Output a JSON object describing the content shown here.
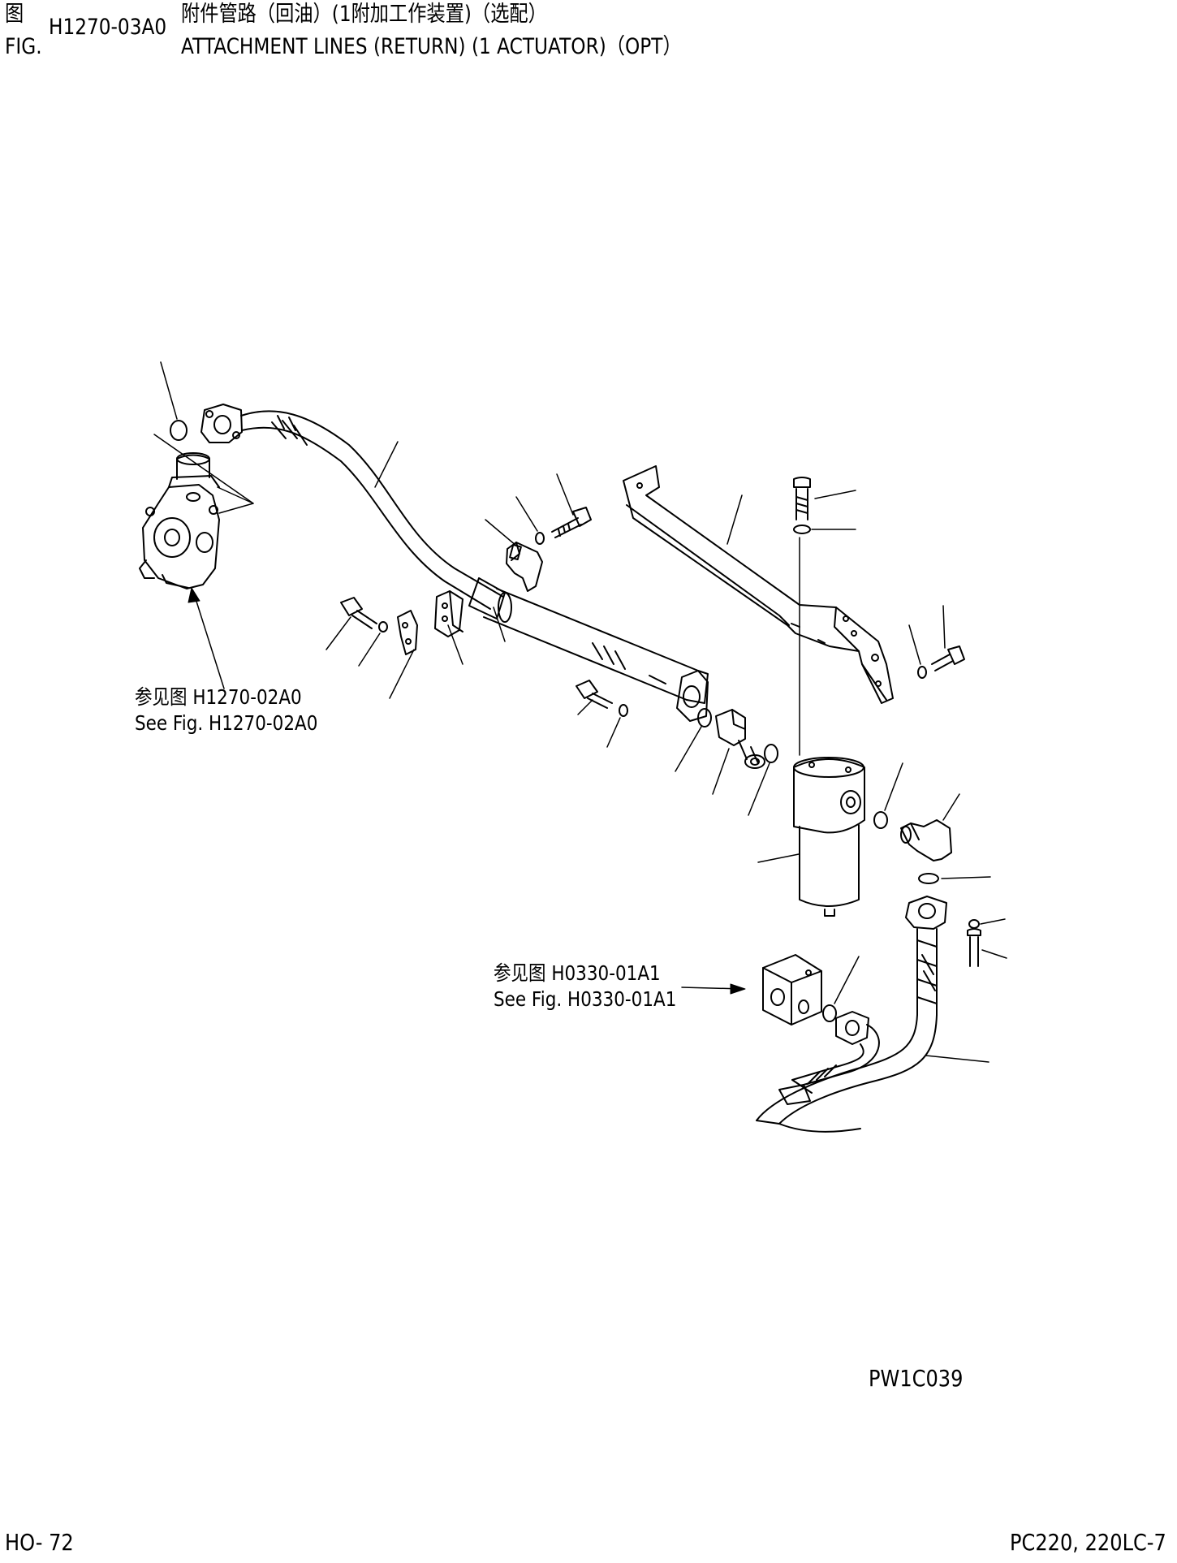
{
  "header": {
    "fig_cn": "图",
    "fig_en": "FIG.",
    "fig_number": "H1270-03A0",
    "title_cn": "附件管路（回油）(1附加工作装置)（选配）",
    "title_en": "ATTACHMENT LINES (RETURN) (1 ACTUATOR)（OPT）"
  },
  "references": [
    {
      "cn": "参见图 H1270-02A0",
      "en": "See Fig. H1270-02A0"
    },
    {
      "cn": "参见图 H0330-01A1",
      "en": "See Fig. H0330-01A1"
    }
  ],
  "drawing_code": "PW1C039",
  "footer": {
    "page": "HO- 72",
    "model": "PC220, 220LC-7"
  }
}
